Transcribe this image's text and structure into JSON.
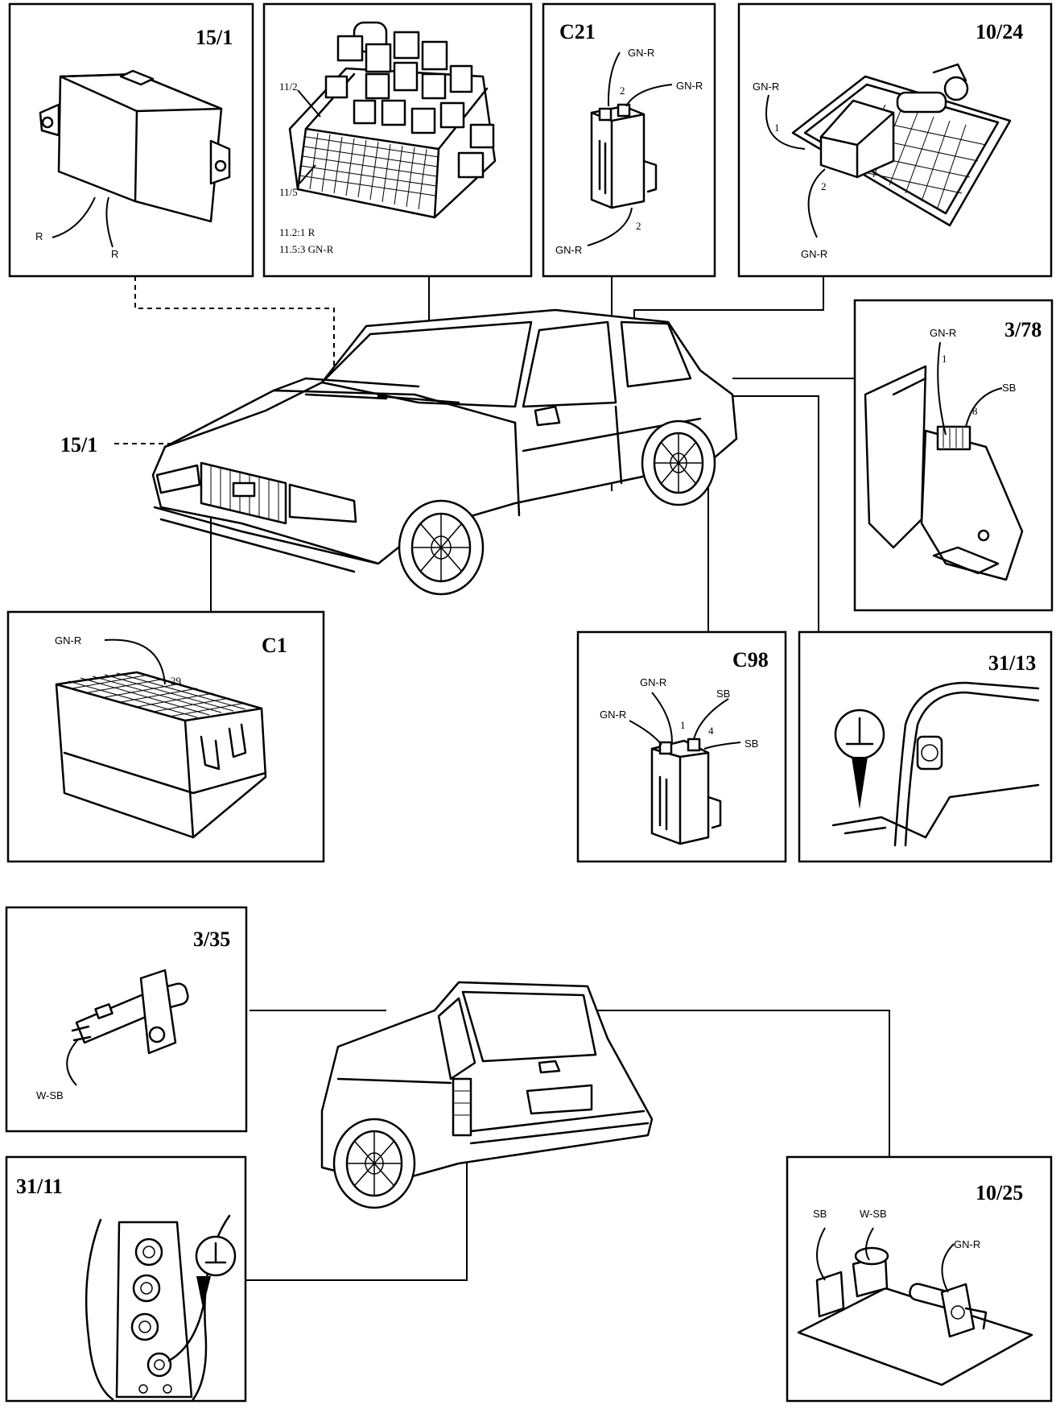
{
  "panels": {
    "p15_1": {
      "title": "15/1",
      "wires": [
        "R",
        "R"
      ]
    },
    "p11": {
      "pins": [
        "11/2",
        "11/5"
      ],
      "notes": [
        "11.2:1 R",
        "11.5:3 GN-R"
      ]
    },
    "pC21": {
      "title": "C21",
      "wires": [
        "GN-R",
        "GN-R",
        "GN-R"
      ],
      "pins": [
        "2",
        "2"
      ]
    },
    "p10_24": {
      "title": "10/24",
      "wires": [
        "GN-R",
        "GN-R"
      ],
      "pins": [
        "1",
        "2"
      ]
    },
    "p3_78": {
      "title": "3/78",
      "wires": [
        "GN-R",
        "SB"
      ],
      "pins": [
        "1",
        "8"
      ]
    },
    "pC1": {
      "title": "C1",
      "wires": [
        "GN-R"
      ],
      "pins": [
        "29"
      ]
    },
    "pC98": {
      "title": "C98",
      "wires": [
        "GN-R",
        "SB",
        "GN-R",
        "SB"
      ],
      "pins": [
        "1",
        "4"
      ]
    },
    "p31_13": {
      "title": "31/13"
    },
    "p3_35": {
      "title": "3/35",
      "wires": [
        "W-SB"
      ]
    },
    "p31_11": {
      "title": "31/11"
    },
    "p10_25": {
      "title": "10/25",
      "wires": [
        "SB",
        "W-SB",
        "GN-R"
      ]
    }
  },
  "car_callout": "15/1",
  "colors": {
    "ink": "#000000",
    "paper": "#ffffff"
  }
}
